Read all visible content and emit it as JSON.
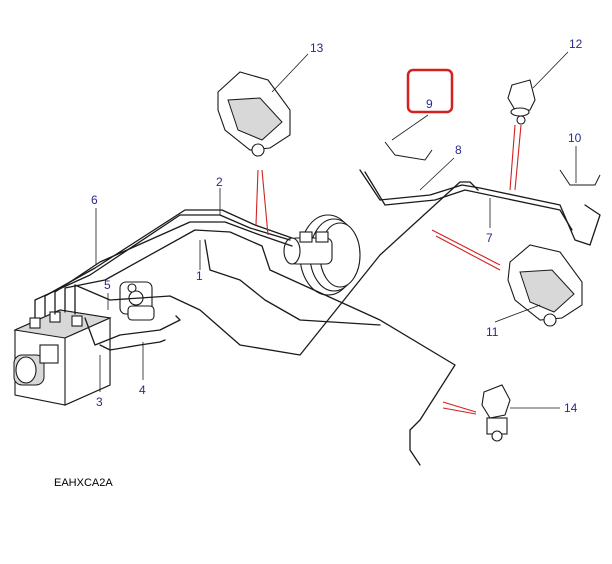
{
  "callouts": {
    "c1": "1",
    "c2": "2",
    "c3": "3",
    "c4": "4",
    "c5": "5",
    "c6": "6",
    "c7": "7",
    "c8": "8",
    "c9": "9",
    "c10": "10",
    "c11": "11",
    "c12": "12",
    "c13": "13",
    "c14": "14"
  },
  "drawing_code": "EAHXCA2A",
  "highlight": {
    "callout": "9",
    "color": "#d42020"
  },
  "colors": {
    "callout_text": "#2a2a8a",
    "lines": "#1a1a1a",
    "red_leaders": "#d42020"
  }
}
